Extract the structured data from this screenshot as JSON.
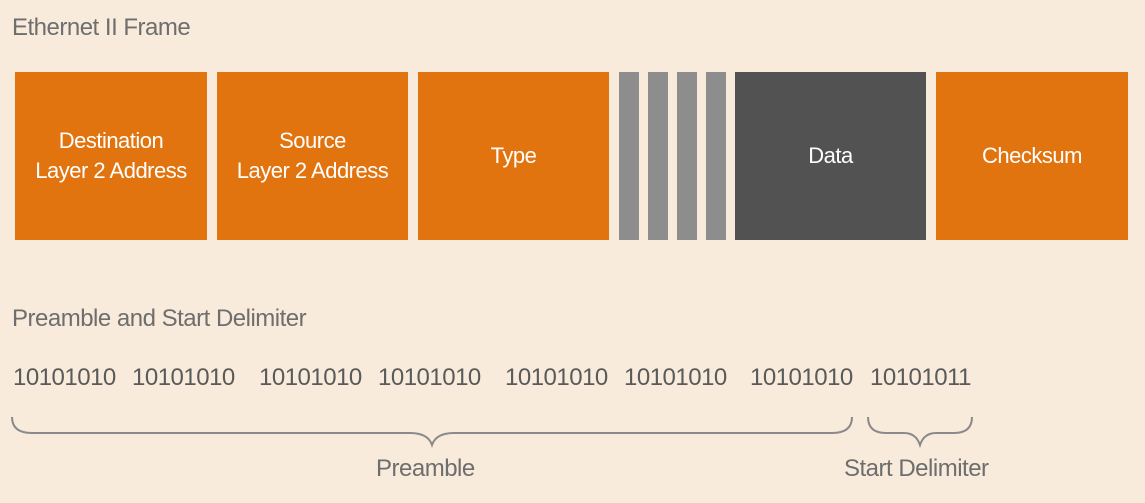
{
  "title": "Ethernet II Frame",
  "frame": {
    "fields": [
      {
        "line1": "Destination",
        "line2": "Layer 2 Address",
        "color": "#e2740f"
      },
      {
        "line1": "Source",
        "line2": "Layer 2 Address",
        "color": "#e2740f"
      },
      {
        "line1": "Type",
        "line2": "",
        "color": "#e2740f"
      },
      {
        "line1": "Data",
        "line2": "",
        "color": "#525252"
      },
      {
        "line1": "Checksum",
        "line2": "",
        "color": "#e2740f"
      }
    ]
  },
  "preamble_section": {
    "label": "Preamble and Start Delimiter",
    "bytes": [
      "10101010",
      "10101010",
      "10101010",
      "10101010",
      "10101010",
      "10101010",
      "10101010",
      "10101011"
    ],
    "preamble_label": "Preamble",
    "start_delimiter_label": "Start Delimiter"
  },
  "colors": {
    "background": "#f8ebdb",
    "field_orange": "#e2740f",
    "data_dark": "#525252",
    "gap_gray": "#8d8d8d",
    "text_gray": "#6e6e6e"
  }
}
